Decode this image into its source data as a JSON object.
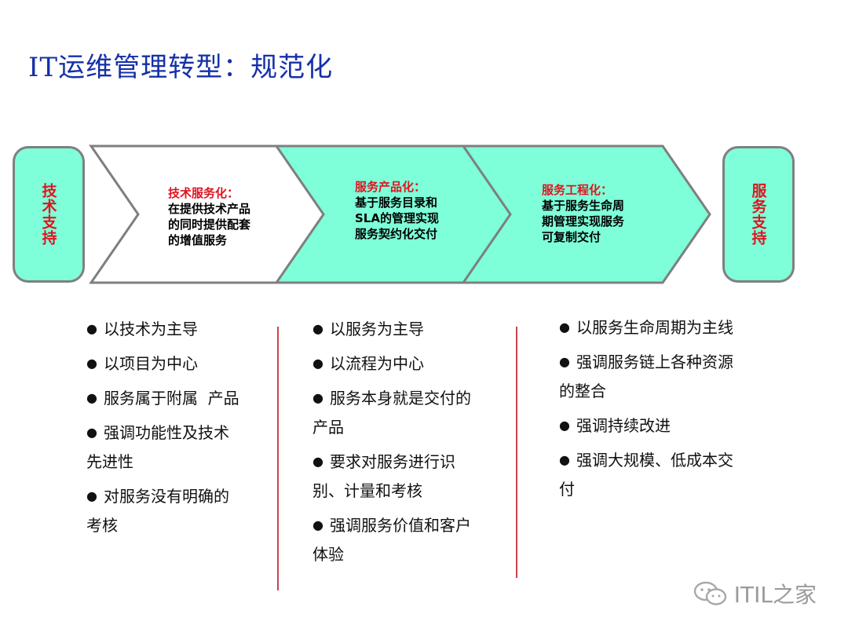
{
  "title": "IT运维管理转型：规范化",
  "flow": {
    "start_label": "技术支持",
    "end_label": "服务支持",
    "stages": [
      {
        "head": "技术服务化：",
        "body": "在提供技术产品的同时提供配套的增值服务"
      },
      {
        "head": "服务产品化：",
        "body": "基于服务目录和SLA的管理实现服务契约化交付"
      },
      {
        "head": "服务工程化：",
        "body": "基于服务生命周期管理实现服务可复制交付"
      }
    ],
    "colors": {
      "fill": "#7effd9",
      "border": "#7f7f7f",
      "accent": "#e0141e"
    }
  },
  "columns": [
    {
      "items": [
        "以技术为主导",
        "以项目为中心",
        "服务属于附属  产品",
        "强调功能性及技术先进性",
        "对服务没有明确的考核"
      ]
    },
    {
      "items": [
        "以服务为主导",
        "以流程为中心",
        "服务本身就是交付的产品",
        "要求对服务进行识别、计量和考核",
        "强调服务价值和客户体验"
      ]
    },
    {
      "items": [
        "以服务生命周期为主线",
        "强调服务链上各种资源的整合",
        "强调持续改进",
        "强调大规模、低成本交付"
      ]
    }
  ],
  "brand": {
    "text": "ITIL之家",
    "icon": "wechat-icon"
  }
}
